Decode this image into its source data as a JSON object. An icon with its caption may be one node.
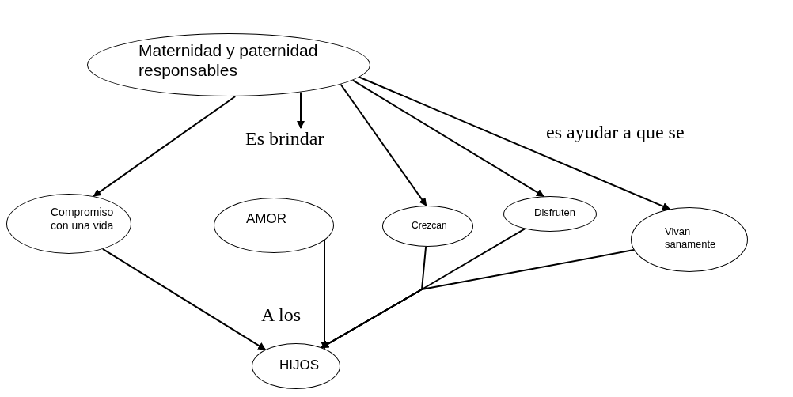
{
  "diagram": {
    "nodes": [
      {
        "text": [
          "Maternidad y paternidad responsables"
        ]
      },
      {
        "text": [
          "Compromiso con una vida"
        ]
      },
      {
        "text": [
          "AMOR"
        ]
      },
      {
        "text": [
          "Crezcan"
        ]
      },
      {
        "text": [
          "Disfruten"
        ]
      },
      {
        "text": [
          "Vivan sanamente"
        ]
      },
      {
        "text": [
          "HIJOS"
        ]
      },
      {
        "text": [
          "Es brindar"
        ]
      }
    ],
    "edges": [
      {
        "from": 0,
        "to": 1,
        "arrow": "to"
      },
      {
        "from": 0,
        "to": 7,
        "arrow": "to"
      },
      {
        "from": 0,
        "to": 3,
        "arrow": "to"
      },
      {
        "from": 0,
        "to": 4,
        "arrow": "to"
      },
      {
        "from": 0,
        "to": 5,
        "arrow": "to"
      },
      {
        "from": 2,
        "to": 6,
        "arrow": "to",
        "label": "A los"
      },
      {
        "from": 1,
        "to": 6,
        "arrow": "to"
      },
      {
        "from": 3,
        "to": 6,
        "arrow": "to"
      },
      {
        "from": 4,
        "to": 6,
        "arrow": "to"
      },
      {
        "from": 5,
        "to": 6,
        "arrow": "to"
      }
    ],
    "labels": [
      "es ayudar a que se"
    ]
  }
}
